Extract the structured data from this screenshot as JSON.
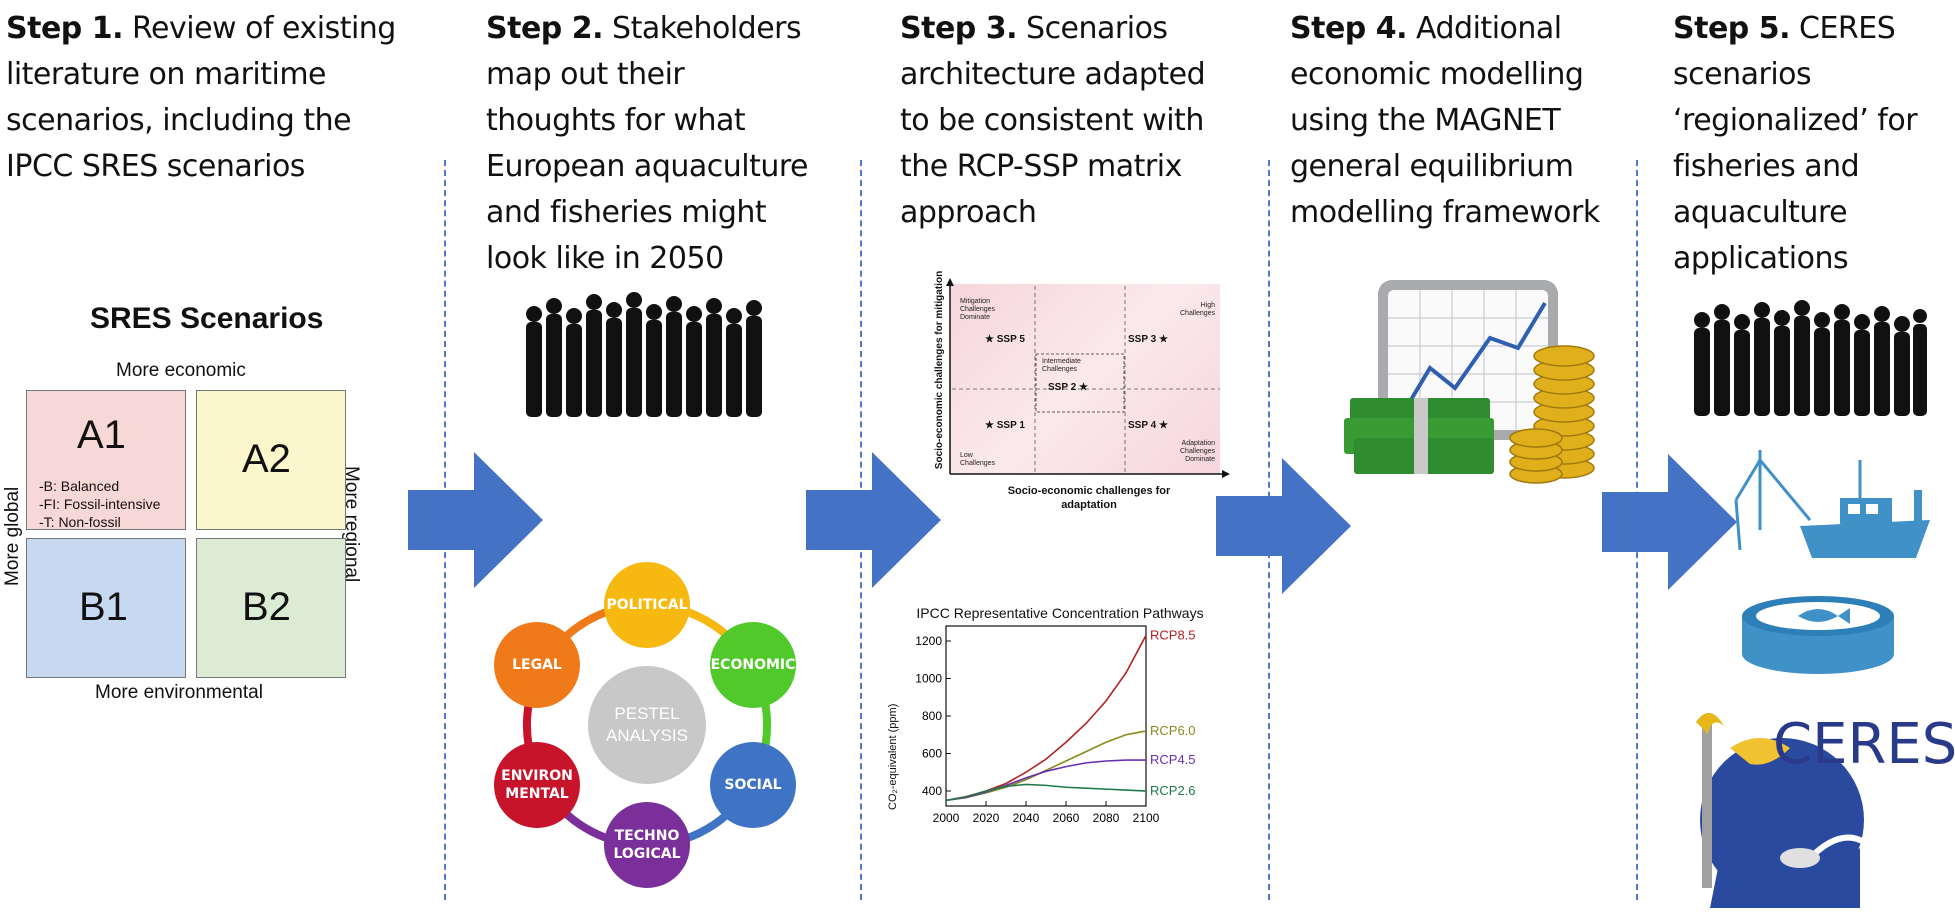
{
  "steps": [
    {
      "num": "Step 1.",
      "lines": [
        " Review of existing",
        "literature on maritime",
        "scenarios, including the",
        "IPCC SRES scenarios"
      ]
    },
    {
      "num": "Step 2.",
      "lines": [
        " Stakeholders",
        "map out their",
        "thoughts for what",
        "European aquaculture",
        "and fisheries might",
        "look like in 2050"
      ]
    },
    {
      "num": "Step 3.",
      "lines": [
        " Scenarios",
        "architecture adapted",
        "to be consistent with",
        "the RCP-SSP matrix",
        "approach"
      ]
    },
    {
      "num": "Step 4.",
      "lines": [
        " Additional",
        "economic modelling",
        "using the MAGNET",
        "general equilibrium",
        "modelling framework"
      ]
    },
    {
      "num": "Step 5.",
      "lines": [
        " CERES",
        "scenarios",
        "‘regionalized’ for",
        "fisheries and",
        "aquaculture",
        "applications"
      ]
    }
  ],
  "sres": {
    "title": "SRES Scenarios",
    "top": "More economic",
    "bottom": "More environmental",
    "left": "More global",
    "right": "More regional",
    "a1": "A1",
    "a1_sub": [
      "-B: Balanced",
      "-FI: Fossil-intensive",
      "-T: Non-fossil"
    ],
    "a2": "A2",
    "b1": "B1",
    "b2": "B2",
    "colors": {
      "a1": "#f8d7d7",
      "a2": "#fbf6cc",
      "b1": "#c6d9f0",
      "b2": "#dcebd3"
    }
  },
  "pestel": {
    "center": "PESTEL\nANALYSIS",
    "nodes": [
      {
        "label": "POLITICAL",
        "color": "#f7b90f"
      },
      {
        "label": "ECONOMIC",
        "color": "#52c92b"
      },
      {
        "label": "SOCIAL",
        "color": "#3f74c4"
      },
      {
        "label": "TECHNO\nLOGICAL",
        "color": "#7a2f9a"
      },
      {
        "label": "ENVIRON\nMENTAL",
        "color": "#c8142b"
      },
      {
        "label": "LEGAL",
        "color": "#f07a1a"
      }
    ]
  },
  "ssp": {
    "yaxis": "Socio-economic challenges for mitigation",
    "xaxis": "Socio-economic challenges for adaptation",
    "corner_tl": [
      "Mitigation",
      "Challenges",
      "Dominate"
    ],
    "corner_tr": [
      "High",
      "Challenges"
    ],
    "corner_bl": [
      "Low",
      "Challenges"
    ],
    "corner_br": [
      "Adaptation",
      "Challenges",
      "Dominate"
    ],
    "center": [
      "Intermediate",
      "Challenges"
    ],
    "labels": {
      "ssp1": "SSP 1",
      "ssp2": "SSP 2",
      "ssp3": "SSP 3",
      "ssp4": "SSP 4",
      "ssp5": "SSP 5"
    }
  },
  "chart_data": {
    "type": "line",
    "title": "IPCC Representative Concentration Pathways",
    "ylabel": "CO₂-equivalent (ppm)",
    "xlabel": "",
    "xlim": [
      2000,
      2100
    ],
    "ylim": [
      320,
      1280
    ],
    "xticks": [
      2000,
      2020,
      2040,
      2060,
      2080,
      2100
    ],
    "yticks": [
      400,
      600,
      800,
      1000,
      1200
    ],
    "x": [
      2000,
      2010,
      2020,
      2030,
      2040,
      2050,
      2060,
      2070,
      2080,
      2090,
      2100
    ],
    "series": [
      {
        "name": "RCP8.5",
        "color": "#b22222",
        "values": [
          350,
          370,
          400,
          440,
          500,
          570,
          660,
          760,
          880,
          1030,
          1230
        ]
      },
      {
        "name": "RCP6.0",
        "color": "#8a8a1e",
        "values": [
          350,
          365,
          390,
          420,
          460,
          510,
          560,
          610,
          660,
          700,
          720
        ]
      },
      {
        "name": "RCP4.5",
        "color": "#6a2fb3",
        "values": [
          350,
          365,
          395,
          430,
          470,
          505,
          530,
          550,
          560,
          565,
          565
        ]
      },
      {
        "name": "RCP2.6",
        "color": "#1f7a4a",
        "values": [
          350,
          368,
          400,
          425,
          435,
          430,
          420,
          415,
          410,
          405,
          400
        ]
      }
    ]
  },
  "ceres": {
    "logo_text": "CERES"
  },
  "colors": {
    "arrow": "#4472c4",
    "divider": "#4f79c8"
  }
}
